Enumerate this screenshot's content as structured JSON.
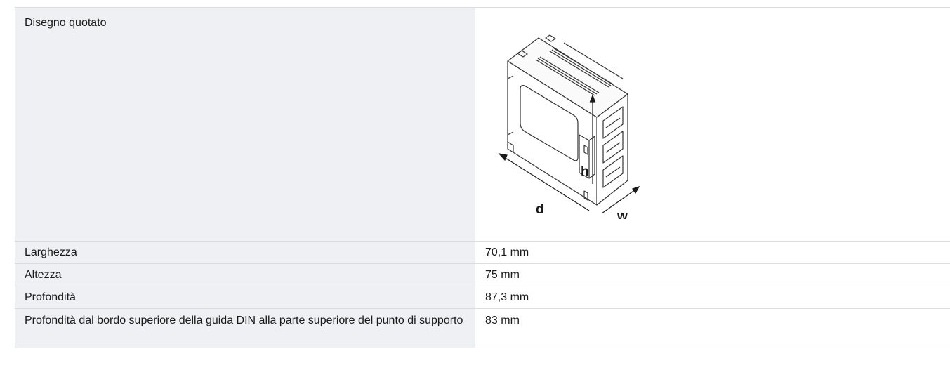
{
  "specs": {
    "drawing": {
      "label": "Disegno quotato",
      "dim_h": "h",
      "dim_d": "d",
      "dim_w": "w"
    },
    "rows": [
      {
        "label": "Larghezza",
        "value": "70,1 mm"
      },
      {
        "label": "Altezza",
        "value": "75 mm"
      },
      {
        "label": "Profondità",
        "value": "87,3 mm"
      },
      {
        "label": "Profondità dal bordo superiore della guida DIN alla parte superiore del punto di supporto",
        "value": "83 mm"
      }
    ]
  }
}
